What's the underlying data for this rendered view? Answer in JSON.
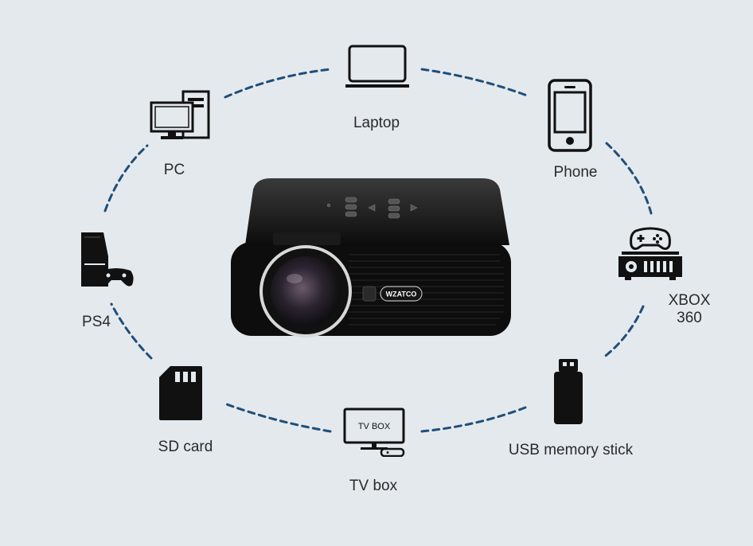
{
  "projector": {
    "brand": "WZATCO"
  },
  "devices": [
    {
      "id": "laptop",
      "label": "Laptop"
    },
    {
      "id": "phone",
      "label": "Phone"
    },
    {
      "id": "xbox",
      "label": "XBOX 360"
    },
    {
      "id": "usb",
      "label": "USB memory stick"
    },
    {
      "id": "tvbox",
      "label": "TV box",
      "icon_text": "TV BOX"
    },
    {
      "id": "sdcard",
      "label": "SD card"
    },
    {
      "id": "ps4",
      "label": "PS4"
    },
    {
      "id": "pc",
      "label": "PC"
    }
  ],
  "colors": {
    "background": "#e4e9ee",
    "dash": "#1f4e79",
    "icon": "#111111"
  }
}
